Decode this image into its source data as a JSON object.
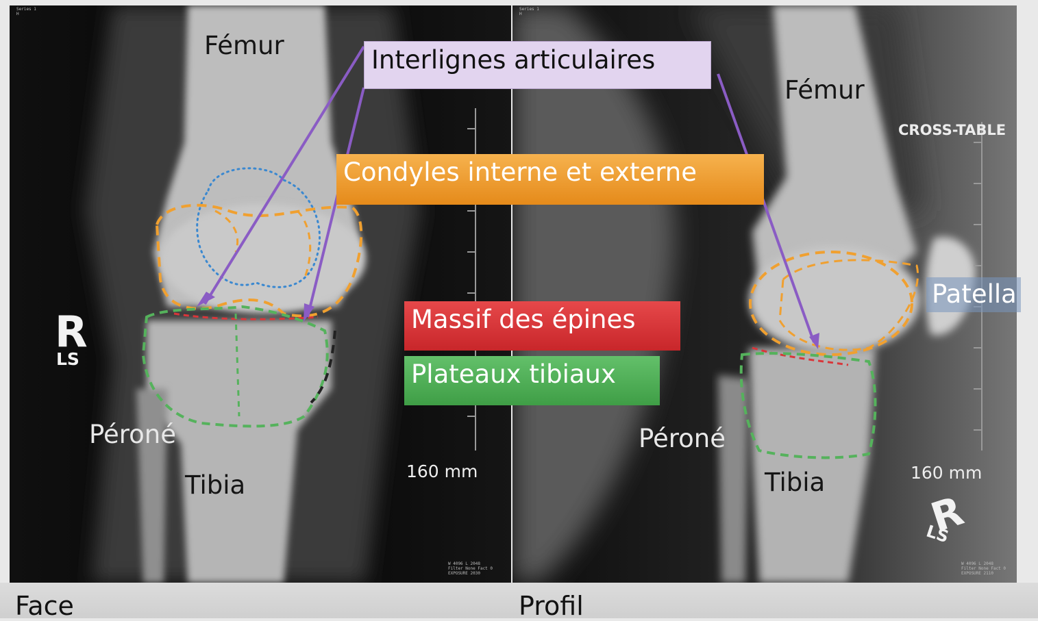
{
  "labels": {
    "femur_left": "Fémur",
    "femur_right": "Fémur",
    "perone_left": "Péroné",
    "perone_right": "Péroné",
    "tibia_left": "Tibia",
    "tibia_right": "Tibia",
    "patella": "Patella",
    "cross_table": "CROSS-TABLE",
    "scale_left": "160 mm",
    "scale_right": "160 mm",
    "face": "Face",
    "profil": "Profil"
  },
  "legend": {
    "interlignes": "Interlignes articulaires",
    "condyles": "Condyles interne et externe",
    "massif": "Massif des épines",
    "plateaux": "Plateaux tibiaux"
  },
  "markers": {
    "left_big": "R",
    "left_small": "LS",
    "right_big": "R",
    "right_small": "LS"
  },
  "colors": {
    "interlignes": "#8a5cc4",
    "condyles": "#f0a030",
    "massif": "#d9363a",
    "plateaux": "#55b25c",
    "dotted_outline": "#3a88d0"
  }
}
